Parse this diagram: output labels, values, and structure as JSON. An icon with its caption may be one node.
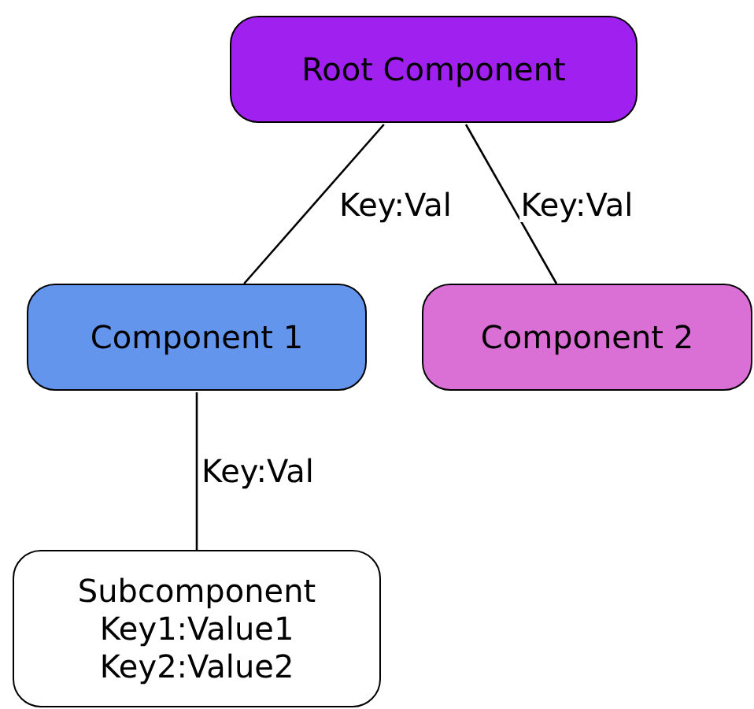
{
  "diagram": {
    "nodes": [
      {
        "text": [
          "Root Component"
        ]
      },
      {
        "text": [
          "Component 1"
        ]
      },
      {
        "text": [
          "Component 2"
        ]
      },
      {
        "text": [
          "Subcomponent",
          "Key1:Value1",
          "Key2:Value2"
        ]
      }
    ],
    "edges": [
      {
        "from": 0,
        "to": 1,
        "arrow": "none",
        "label": "Key:Val"
      },
      {
        "from": 0,
        "to": 2,
        "arrow": "none",
        "label": "Key:Val"
      },
      {
        "from": 1,
        "to": 3,
        "arrow": "none",
        "label": "Key:Val"
      }
    ]
  }
}
